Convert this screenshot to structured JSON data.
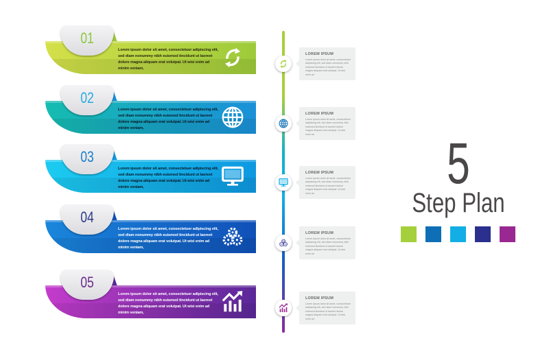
{
  "steps": [
    {
      "number": "01",
      "text": "Lorem ipsum dolor sit amet, consectetuer adipiscing elit, sed diam nonummy nibh euismod tincidunt ut laoreet dolore magna aliquam erat volutpat. Ut wisi enim ad minim veniam,",
      "icon": "refresh-icon",
      "card_title": "LOREM IPSUM",
      "card_text": "Lorem ipsum dolor sit amet, consectetuer adipiscing elit, sed diam nonummy nibh euismod tincidunt ut laoreet dolore magna aliquam erat volutpat. Ut wisi enim ad",
      "colors": [
        "#d4e04a",
        "#9dca3a"
      ],
      "num_color": "#8cc63f",
      "text_color": "#2a2a10"
    },
    {
      "number": "02",
      "text": "Lorem ipsum dolor sit amet, consectetuer adipiscing elit, sed diam nonummy nibh euismod tincidunt ut laoreet dolore magna aliquam erat volutpat. Ut wisi enim ad minim veniam,",
      "icon": "globe-icon",
      "card_title": "LOREM IPSUM",
      "card_text": "Lorem ipsum dolor sit amet, consectetuer adipiscing elit, sed diam nonummy nibh euismod tincidunt ut laoreet dolore magna aliquam erat volutpat. Ut wisi enim ad",
      "colors": [
        "#16bcb0",
        "#1a90d8"
      ],
      "num_color": "#29a8e0",
      "text_color": "#0a1a2a"
    },
    {
      "number": "03",
      "text": "Lorem ipsum dolor sit amet, consectetuer adipiscing elit, sed diam nonummy nibh euismod tincidunt ut laoreet dolore magna aliquam erat volutpat. Ut wisi enim ad minim veniam,",
      "icon": "monitor-icon",
      "card_title": "LOREM IPSUM",
      "card_text": "Lorem ipsum dolor sit amet, consectetuer adipiscing elit, sed diam nonummy nibh euismod tincidunt ut laoreet dolore magna aliquam erat volutpat. Ut wisi enim ad",
      "colors": [
        "#1ccbf0",
        "#0e98e0"
      ],
      "num_color": "#1a7cc8",
      "text_color": "#0a1a2a"
    },
    {
      "number": "04",
      "text": "Lorem ipsum dolor sit amet, consectetuer adipiscing elit, sed diam nonummy nibh euismod tincidunt ut laoreet dolore magna aliquam erat volutpat. Ut wisi enim ad minim veniam,",
      "icon": "gears-icon",
      "card_title": "LOREM IPSUM",
      "card_text": "Lorem ipsum dolor sit amet, consectetuer adipiscing elit, sed diam nonummy nibh euismod tincidunt ut laoreet dolore magna aliquam erat volutpat. Ut wisi enim ad",
      "colors": [
        "#1a86dc",
        "#1050b8"
      ],
      "num_color": "#2a3a8a",
      "text_color": "#ffffff"
    },
    {
      "number": "05",
      "text": "Lorem ipsum dolor sit amet, consectetuer adipiscing elit, sed diam nonummy nibh euismod tincidunt ut laoreet dolore magna aliquam erat volutpat. Ut wisi enim ad minim veniam,",
      "icon": "chart-growth-icon",
      "card_title": "LOREM IPSUM",
      "card_text": "Lorem ipsum dolor sit amet, consectetuer adipiscing elit, sed diam nonummy nibh euismod tincidunt ut laoreet dolore magna aliquam erat volutpat. Ut wisi enim ad",
      "colors": [
        "#c43ccc",
        "#5a2898"
      ],
      "num_color": "#6a2a88",
      "text_color": "#ffffff"
    }
  ],
  "title": {
    "number": "5",
    "text": "Step Plan"
  },
  "swatches": [
    "#a6cf3c",
    "#0e6fb7",
    "#13aee6",
    "#2b2f8e",
    "#9a2892"
  ]
}
